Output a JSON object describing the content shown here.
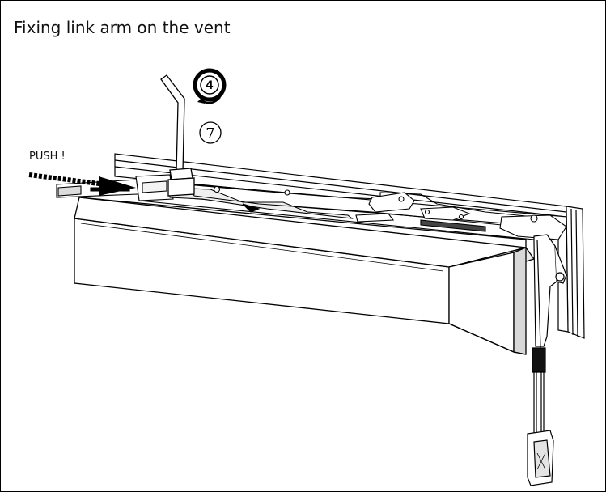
{
  "title": "Fixing link arm on the vent",
  "push_label": "PUSH !",
  "step_rotate": "4",
  "step_key": "7"
}
